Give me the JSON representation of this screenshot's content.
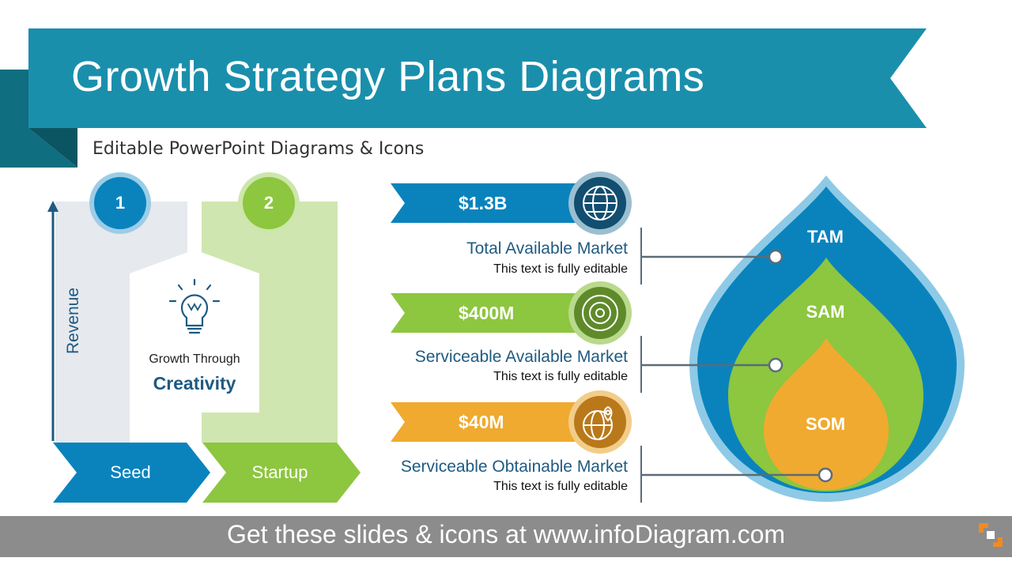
{
  "header": {
    "title": "Growth Strategy Plans Diagrams",
    "subtitle": "Editable PowerPoint Diagrams & Icons",
    "colors": {
      "banner": "#1a8fac",
      "banner_dark": "#0f6e80"
    }
  },
  "growth_diagram": {
    "axis_label": "Revenue",
    "stages": [
      {
        "number": "1",
        "label": "Seed",
        "color": "#0a83bd"
      },
      {
        "number": "2",
        "label": "Startup",
        "color": "#8dc63f"
      }
    ],
    "center_card": {
      "icon": "lightbulb-icon",
      "line1": "Growth Through",
      "line2": "Creativity"
    }
  },
  "market": {
    "items": [
      {
        "value": "$1.3B",
        "title": "Total Available Market",
        "description": "This text is fully editable",
        "icon": "globe-icon",
        "color": "#0a83bd"
      },
      {
        "value": "$400M",
        "title": "Serviceable Available Market",
        "description": "This text is fully editable",
        "icon": "target-icon",
        "color": "#8dc63f"
      },
      {
        "value": "$40M",
        "title": "Serviceable Obtainable Market",
        "description": "This text is fully editable",
        "icon": "globe-pin-icon",
        "color": "#f0aa30"
      }
    ],
    "drop_labels": [
      "TAM",
      "SAM",
      "SOM"
    ]
  },
  "footer": {
    "text": "Get these slides & icons at www.infoDiagram.com",
    "logo_icon": "infodiagram-logo-icon"
  }
}
